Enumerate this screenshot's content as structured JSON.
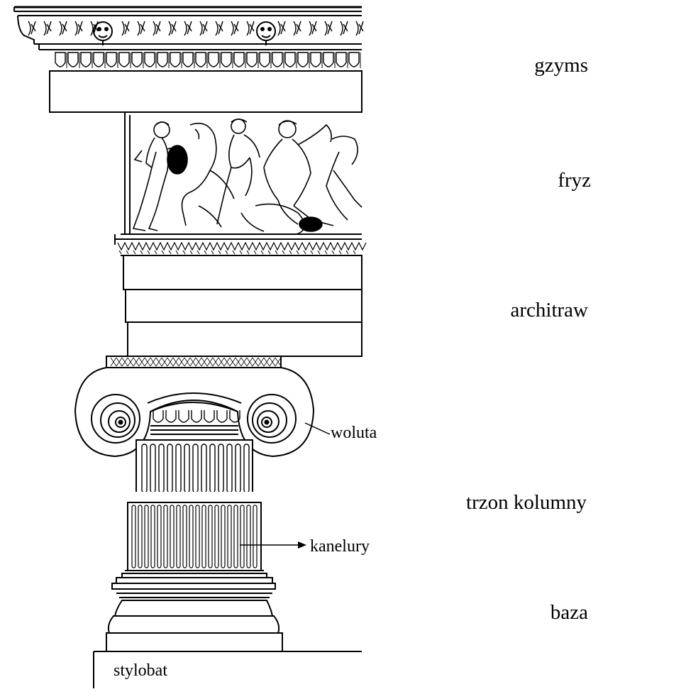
{
  "labels": {
    "gzyms": "gzyms",
    "fryz": "fryz",
    "architraw": "architraw",
    "trzon": "trzon kolumny",
    "baza": "baza",
    "woluta": "woluta",
    "kanelury": "kanelury",
    "stylobat": "stylobat"
  },
  "colors": {
    "line": "#000000",
    "background": "#ffffff"
  }
}
